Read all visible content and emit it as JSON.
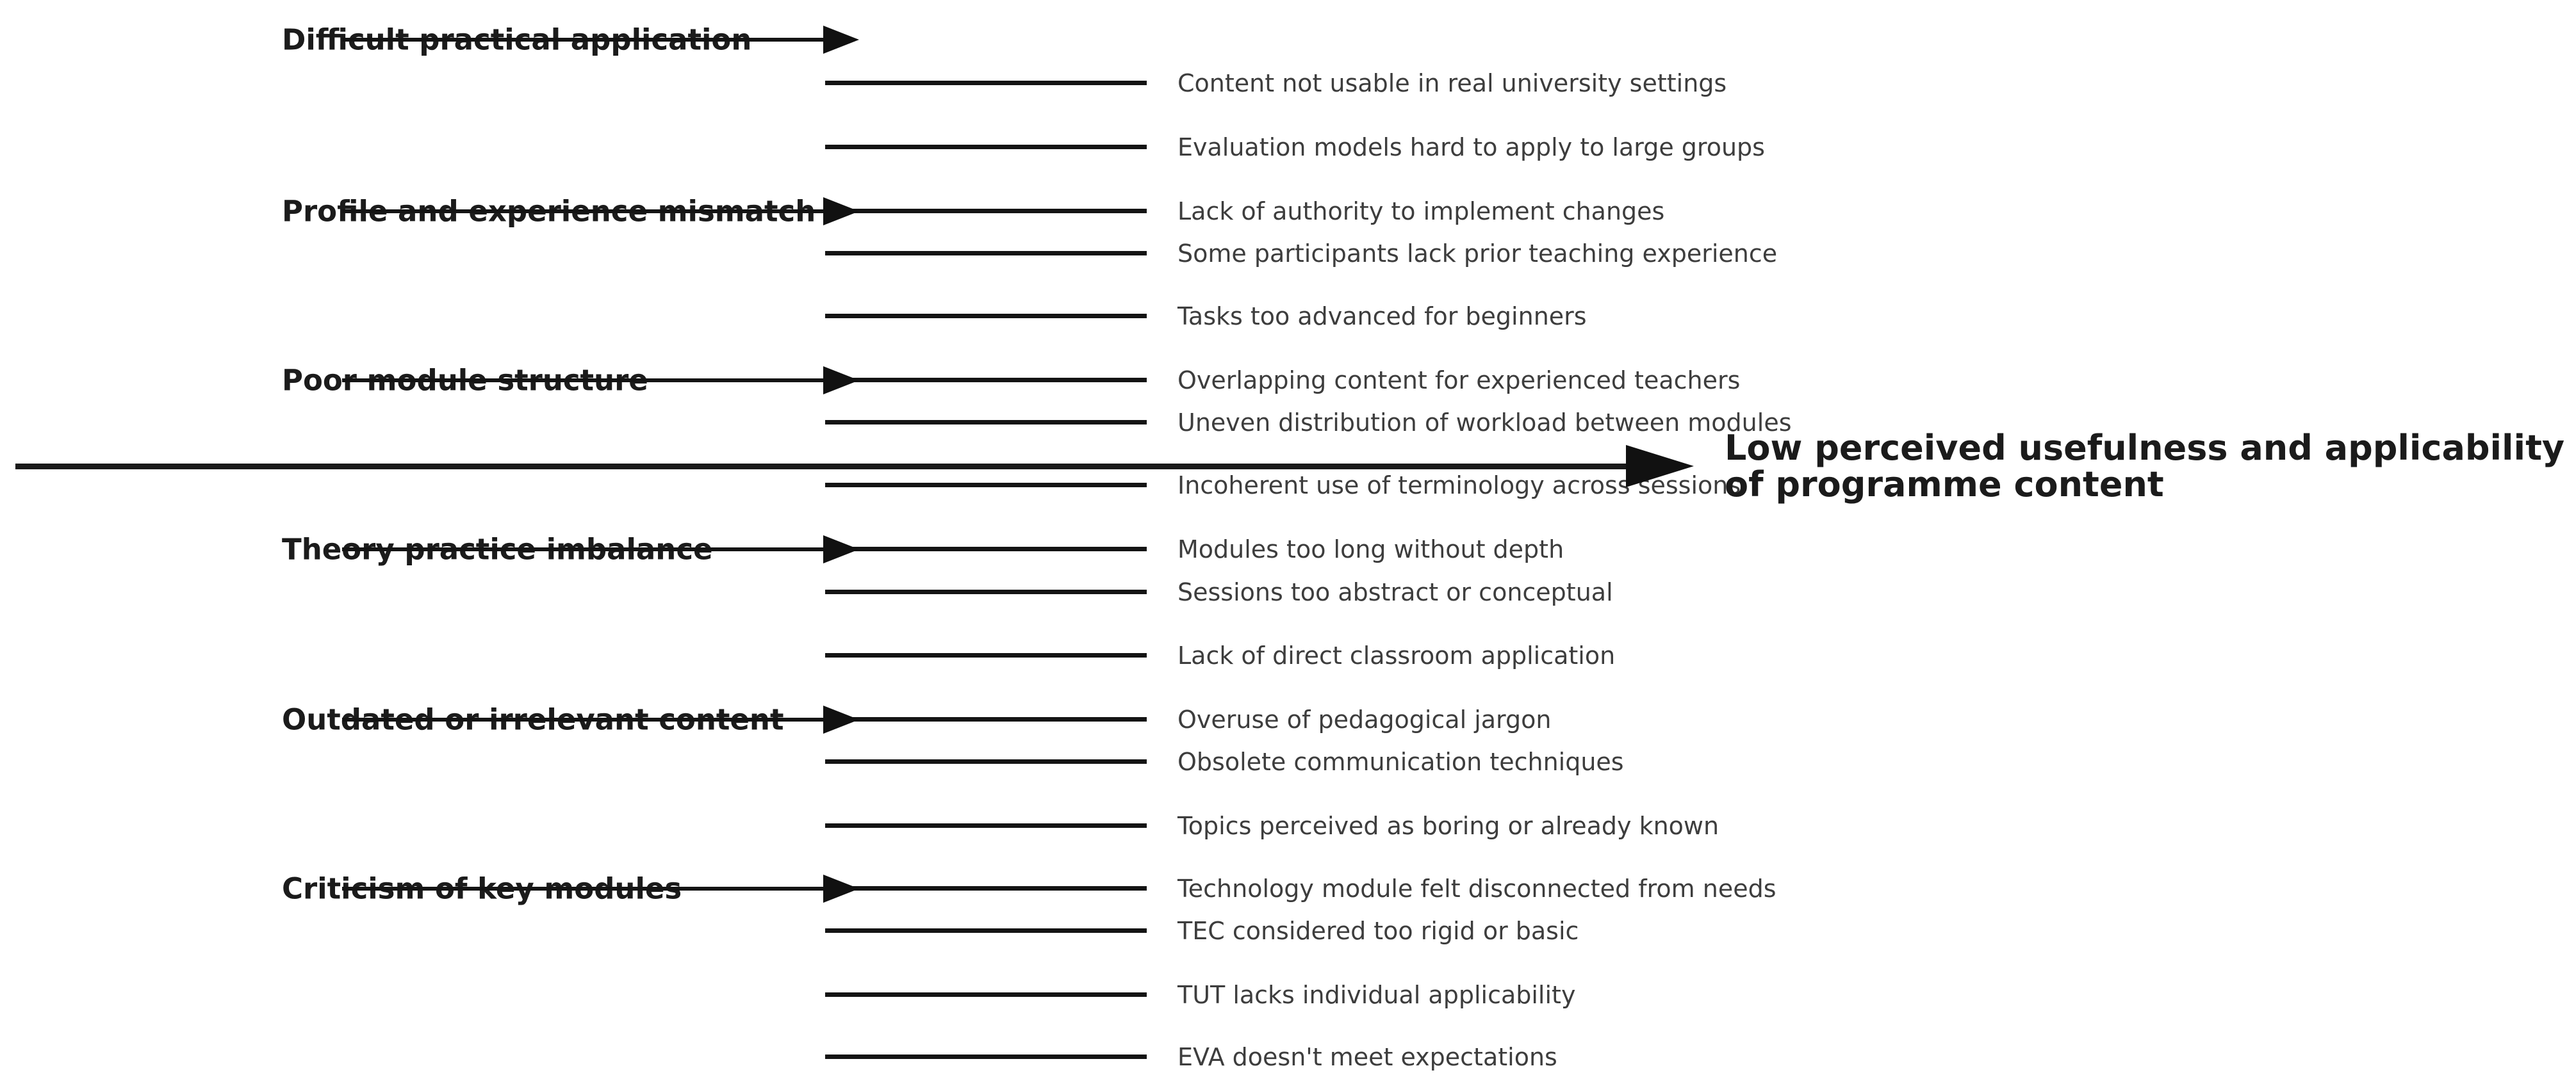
{
  "diagram": {
    "type": "fishbone",
    "effect": {
      "label_line1": "Low perceived usefulness and applicability",
      "label_line2": "of programme content"
    },
    "categories": [
      {
        "label": "Difficult practical application",
        "causes": [
          "Content not usable in real university settings",
          "Evaluation models hard to apply to large groups"
        ]
      },
      {
        "label": "Profile and experience mismatch",
        "causes": [
          "Lack of authority to implement changes",
          "Some participants lack prior teaching experience",
          "Tasks too advanced for beginners"
        ]
      },
      {
        "label": "Poor module structure",
        "causes": [
          "Overlapping content for experienced teachers",
          "Uneven distribution of workload between modules",
          "Incoherent use of terminology across sessions"
        ]
      },
      {
        "label": "Theory practice imbalance",
        "causes": [
          "Modules too long without depth",
          "Sessions too abstract or conceptual",
          "Lack of direct classroom application"
        ]
      },
      {
        "label": "Outdated or irrelevant content",
        "causes": [
          "Overuse of pedagogical jargon",
          "Obsolete communication techniques",
          "Topics perceived as boring or already known"
        ]
      },
      {
        "label": "Criticism of key modules",
        "causes": [
          "Technology module felt disconnected from needs",
          "TEC considered too rigid or basic",
          "TUT lacks individual applicability",
          "EVA doesn't meet expectations"
        ]
      }
    ],
    "colors": {
      "line": "#141414",
      "category_text": "#1b1b1b",
      "cause_text": "#3d3d3d",
      "effect_text": "#1b1b1b",
      "background": "#ffffff"
    }
  }
}
